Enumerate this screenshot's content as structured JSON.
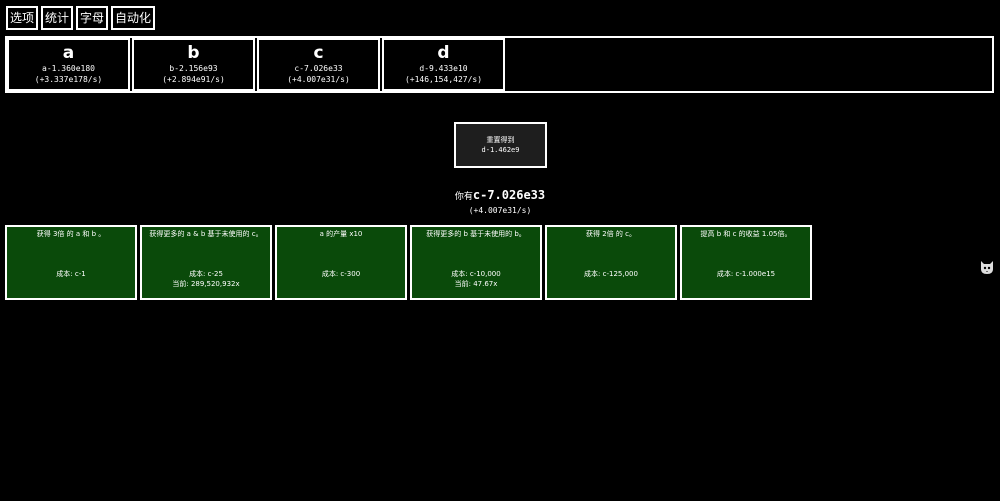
{
  "tabs": [
    {
      "label": "选项"
    },
    {
      "label": "统计"
    },
    {
      "label": "字母"
    },
    {
      "label": "自动化"
    }
  ],
  "letters": [
    {
      "letter": "a",
      "amount": "a-1.360e180",
      "rate": "(+3.337e178/s)"
    },
    {
      "letter": "b",
      "amount": "b-2.156e93",
      "rate": "(+2.894e91/s)"
    },
    {
      "letter": "c",
      "amount": "c-7.026e33",
      "rate": "(+4.007e31/s)"
    },
    {
      "letter": "d",
      "amount": "d-9.433e10",
      "rate": "(+146,154,427/s)"
    }
  ],
  "reset": {
    "label": "重置得到",
    "gain": "d-1.462e9"
  },
  "you_have": {
    "prefix": "你有",
    "value": "c-7.026e33",
    "rate": "(+4.007e31/s)"
  },
  "upgrades": [
    {
      "desc": "获得 3倍 的 a 和 b 。",
      "cost": "成本: c-1",
      "current": ""
    },
    {
      "desc": "获得更多的 a & b 基于未使用的 c。",
      "cost": "成本: c-25",
      "current": "当前: 289,520,932x"
    },
    {
      "desc": "a 的产量 x10",
      "cost": "成本: c-300",
      "current": ""
    },
    {
      "desc": "获得更多的 b 基于未使用的 b。",
      "cost": "成本: c-10,000",
      "current": "当前: 47.67x"
    },
    {
      "desc": "获得 2倍 的 c。",
      "cost": "成本: c-125,000",
      "current": ""
    },
    {
      "desc": "提高 b 和 c 的收益 1.05倍。",
      "cost": "成本: c-1.000e15",
      "current": ""
    }
  ],
  "colors": {
    "background": "#000000",
    "upgrade_bg": "#0a4a0a",
    "reset_bg": "#1e1e1e",
    "border": "#ffffff"
  },
  "icons": {
    "side": "cat-icon"
  }
}
